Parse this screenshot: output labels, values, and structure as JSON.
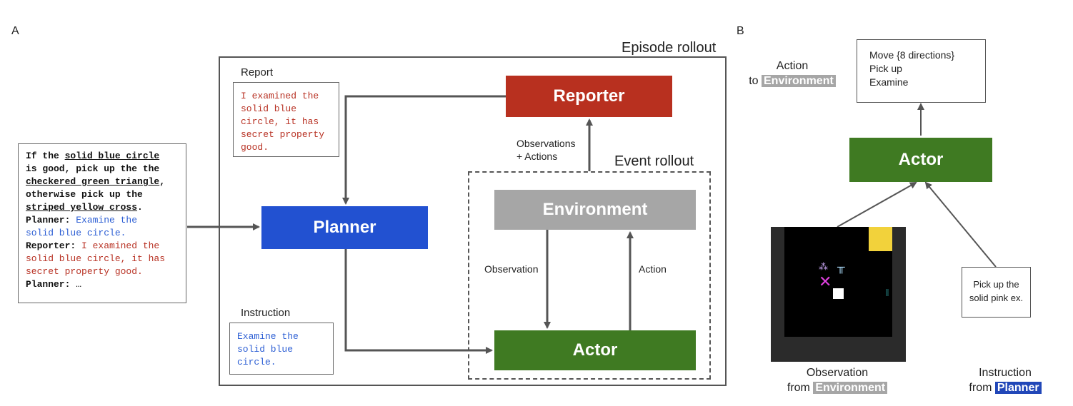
{
  "panel_a": {
    "letter": "A",
    "episode_title": "Episode rollout",
    "event_title": "Event rollout",
    "blocks": {
      "reporter": "Reporter",
      "planner": "Planner",
      "environment": "Environment",
      "actor": "Actor"
    },
    "labels": {
      "report": "Report",
      "instruction": "Instruction",
      "observations_line1": "Observations",
      "observations_line2": "+ Actions",
      "observation": "Observation",
      "action": "Action"
    },
    "report_text": [
      "I examined the",
      "solid blue",
      "circle, it has",
      "secret property",
      "good."
    ],
    "instruction_text": [
      "Examine the",
      "solid blue",
      "circle."
    ],
    "prompt": {
      "l1a": "If the ",
      "l1b": "solid blue circle",
      "l2a": "is good, pick up the the",
      "l3a": "checkered green triangle",
      "l3b": ",",
      "l4a": "otherwise pick up the",
      "l5a": "striped yellow cross",
      "l5b": ".",
      "p1_speaker": "Planner:",
      "p1_text": " Examine the",
      "p1_cont": "solid blue circle.",
      "r1_speaker": "Reporter:",
      "r1_text": " I examined the",
      "r1_cont1": "solid blue circle, it has",
      "r1_cont2": "secret property good.",
      "p2_speaker": "Planner:",
      "p2_text": " …"
    },
    "colors": {
      "reporter": "#b8301f",
      "planner": "#2251d1",
      "environment": "#a6a6a6",
      "actor": "#3f7a22"
    }
  },
  "panel_b": {
    "letter": "B",
    "action_line1": "Action",
    "action_to": "to ",
    "action_env": "Environment",
    "action_space": [
      "Move {8 directions}",
      "Pick up",
      "Examine"
    ],
    "actor": "Actor",
    "instruction_box": [
      "Pick up the",
      "solid pink ex."
    ],
    "obs_line1": "Observation",
    "obs_from": "from ",
    "obs_env": "Environment",
    "instr_line1": "Instruction",
    "instr_from": "from ",
    "instr_planner": "Planner"
  }
}
